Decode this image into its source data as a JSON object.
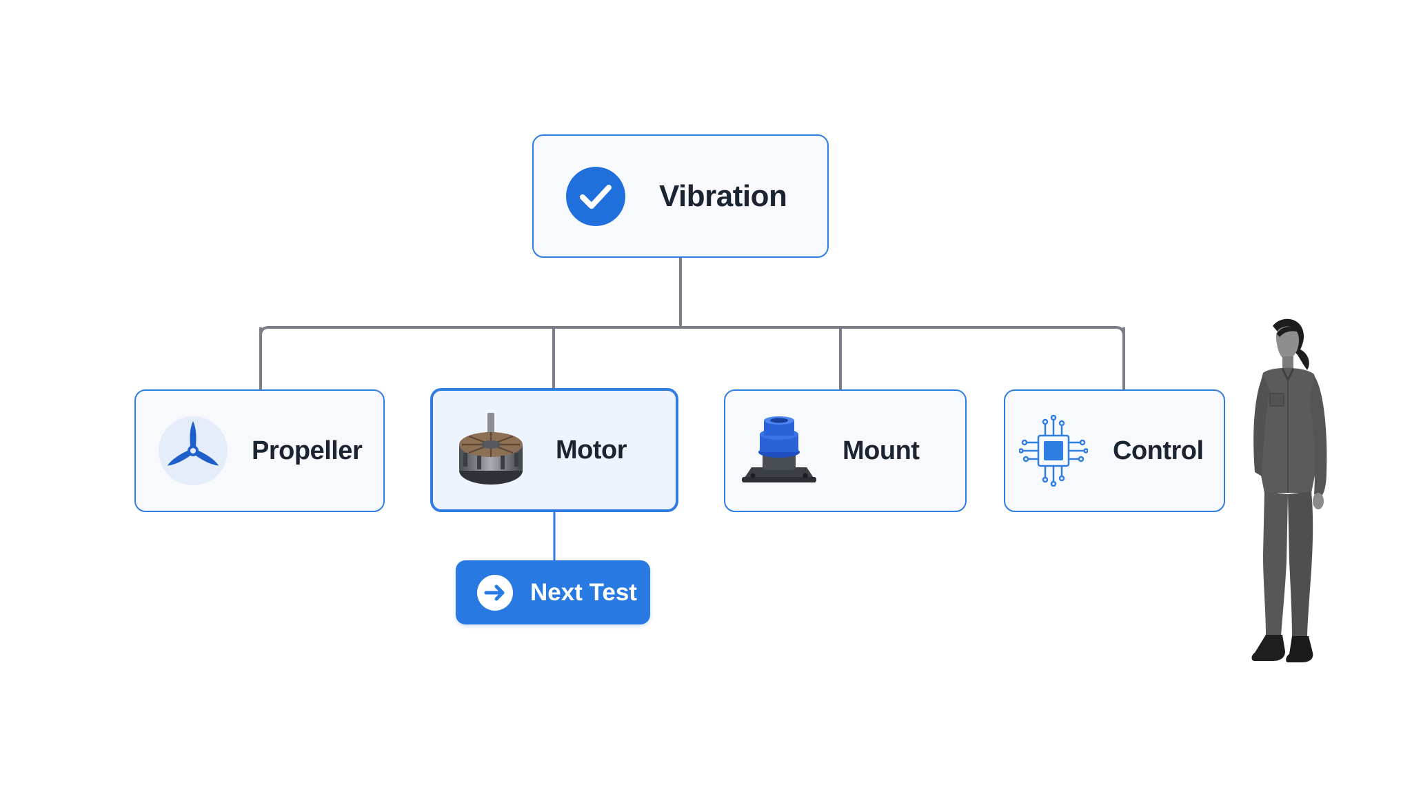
{
  "diagram": {
    "root": {
      "label": "Vibration",
      "icon": "check-circle-icon"
    },
    "children": [
      {
        "key": "propeller",
        "label": "Propeller",
        "icon": "propeller-icon"
      },
      {
        "key": "motor",
        "label": "Motor",
        "icon": "motor-icon",
        "highlighted": true
      },
      {
        "key": "mount",
        "label": "Mount",
        "icon": "mount-icon"
      },
      {
        "key": "control",
        "label": "Control",
        "icon": "circuit-chip-icon"
      }
    ],
    "action": {
      "label": "Next Test",
      "icon": "arrow-right-circle-icon"
    }
  },
  "colors": {
    "accent": "#2f7de1",
    "button": "#2979e2",
    "connector": "#7a7f87",
    "node_fill": "#f7f9fc",
    "highlight_fill": "#edf4fd"
  }
}
